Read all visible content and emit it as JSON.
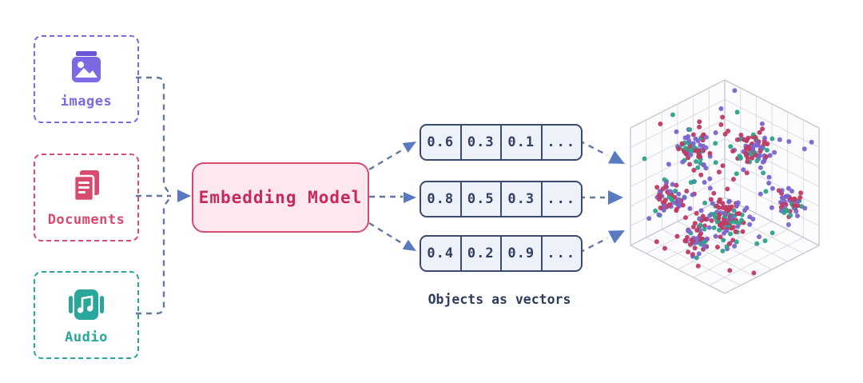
{
  "palette": {
    "purple": "#7c6ae4",
    "purpleDark": "#6a55d6",
    "crimson": "#d84a6e",
    "crimsonText": "#c9295a",
    "teal": "#2aa79b",
    "embedBg": "#fce8ee",
    "navy": "#3c4a6e",
    "navyText": "#323f60",
    "cellBg": "#edf1fa",
    "dash": "#66779f",
    "arrow": "#5a7ac0",
    "grid": "#dcdde4",
    "edge": "#c6c8d2",
    "captionColor": "#2e3c5a"
  },
  "sources": [
    {
      "id": "images",
      "label": "images",
      "color": "#7c6ae4",
      "icon": "image-icon"
    },
    {
      "id": "documents",
      "label": "Documents",
      "color": "#d84a6e",
      "icon": "documents-icon"
    },
    {
      "id": "audio",
      "label": "Audio",
      "color": "#2aa79b",
      "icon": "music-note-icon"
    }
  ],
  "embedding_model": {
    "label": "Embedding Model"
  },
  "vectors": {
    "rows": [
      {
        "cells": [
          "0.6",
          "0.3",
          "0.1",
          "..."
        ]
      },
      {
        "cells": [
          "0.8",
          "0.5",
          "0.3",
          "..."
        ]
      },
      {
        "cells": [
          "0.4",
          "0.2",
          "0.9",
          "..."
        ]
      }
    ]
  },
  "caption": "Objects as vectors",
  "scatter_plot": {
    "type": "scatter3d",
    "description": "embedding vectors as colored points clustered in a 3D gridded cube",
    "grid": true,
    "point_colors": {
      "crimson": "#c03a62",
      "purple": "#7a65cf",
      "teal": "#2ea38d"
    },
    "color_weights": [
      0.44,
      0.3,
      0.26
    ],
    "seed": 7,
    "point_radius": 3,
    "clusters": [
      {
        "c": [
          0.65,
          0.3,
          0.8
        ],
        "s": 0.1,
        "n": 65
      },
      {
        "c": [
          0.3,
          0.62,
          0.8
        ],
        "s": 0.1,
        "n": 65
      },
      {
        "c": [
          0.85,
          0.25,
          0.45
        ],
        "s": 0.09,
        "n": 55
      },
      {
        "c": [
          0.55,
          0.55,
          0.25
        ],
        "s": 0.12,
        "n": 105
      },
      {
        "c": [
          0.15,
          0.85,
          0.35
        ],
        "s": 0.08,
        "n": 50
      },
      {
        "c": [
          0.75,
          0.45,
          0.12
        ],
        "s": 0.08,
        "n": 45
      },
      {
        "uniform": true,
        "n": 100
      }
    ]
  }
}
